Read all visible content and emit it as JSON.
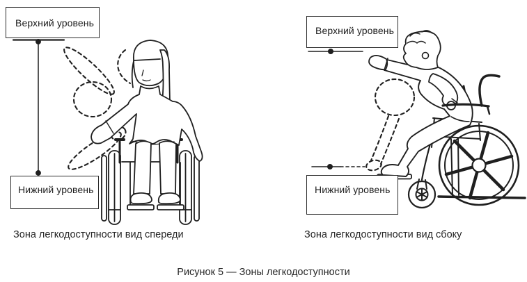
{
  "figure": {
    "number_caption": "Рисунок 5 — Зоны легкодоступности",
    "panels": {
      "front": {
        "upper_level_label": "Верхний уровень",
        "lower_level_label": "Нижний уровень",
        "caption": "Зона легкодоступности вид спереди"
      },
      "side": {
        "upper_level_label": "Верхний уровень",
        "lower_level_label": "Нижний уровень",
        "caption": "Зона легкодоступности вид сбоку"
      }
    }
  },
  "drawings": {
    "front_view": "wheelchair user, front view, dashed reach-zone arm positions",
    "side_view": "wheelchair user, side view, reaching forward, dashed reach-zone arm positions"
  },
  "colors": {
    "ink": "#1f1f1f",
    "text": "#262626",
    "background": "#ffffff"
  }
}
